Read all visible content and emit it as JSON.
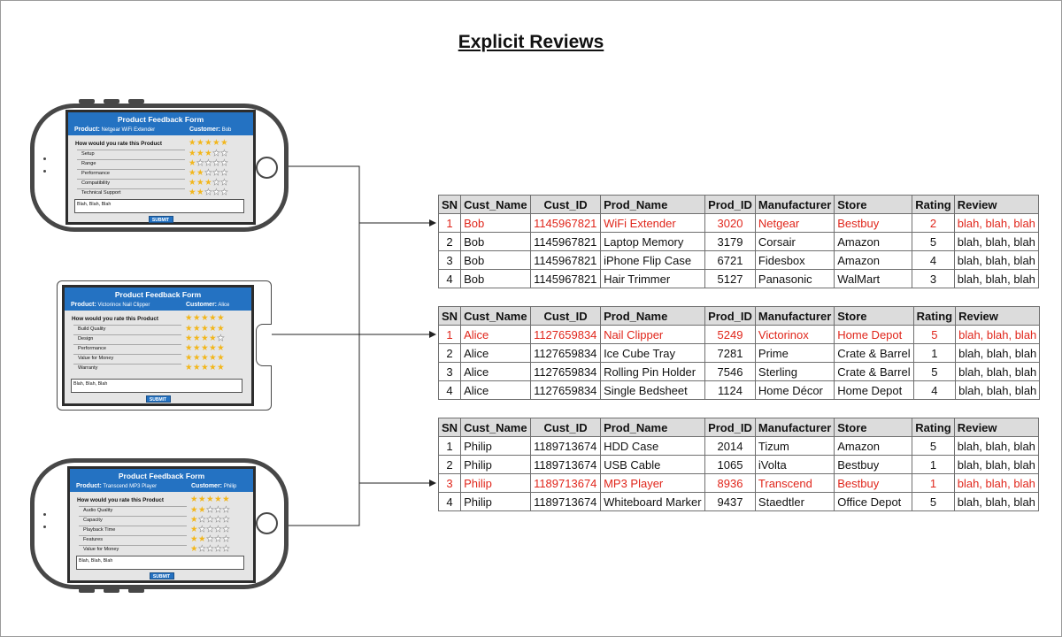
{
  "title": "Explicit Reviews",
  "forms": [
    {
      "title": "Product Feedback Form",
      "product_label": "Product:",
      "product": "Netgear WiFi Extender",
      "customer_label": "Customer:",
      "customer": "Bob",
      "question": "How would you rate this Product",
      "overall_stars": 5,
      "criteria": [
        {
          "label": "Setup",
          "stars": 3
        },
        {
          "label": "Range",
          "stars": 1
        },
        {
          "label": "Performance",
          "stars": 2
        },
        {
          "label": "Compatibility",
          "stars": 3
        },
        {
          "label": "Technical Support",
          "stars": 2
        }
      ],
      "comment": "Blah, Blah, Blah",
      "submit": "SUBMIT"
    },
    {
      "title": "Product Feedback Form",
      "product_label": "Product:",
      "product": "Victorinox Nail Clipper",
      "customer_label": "Customer:",
      "customer": "Alice",
      "question": "How would you rate this Product",
      "overall_stars": 5,
      "criteria": [
        {
          "label": "Build Quality",
          "stars": 5
        },
        {
          "label": "Design",
          "stars": 4
        },
        {
          "label": "Performance",
          "stars": 5
        },
        {
          "label": "Value for Money",
          "stars": 5
        },
        {
          "label": "Warranty",
          "stars": 5
        }
      ],
      "comment": "Blah, Blah, Blah",
      "submit": "SUBMIT"
    },
    {
      "title": "Product Feedback Form",
      "product_label": "Product:",
      "product": "Transcend MP3 Player",
      "customer_label": "Customer:",
      "customer": "Philip",
      "question": "How would you rate this Product",
      "overall_stars": 5,
      "criteria": [
        {
          "label": "Audio Quality",
          "stars": 2
        },
        {
          "label": "Capacity",
          "stars": 1
        },
        {
          "label": "Playback Time",
          "stars": 1
        },
        {
          "label": "Features",
          "stars": 2
        },
        {
          "label": "Value for Money",
          "stars": 1
        }
      ],
      "comment": "Blah, Blah, Blah",
      "submit": "SUBMIT"
    }
  ],
  "table_headers": [
    "SN",
    "Cust_Name",
    "Cust_ID",
    "Prod_Name",
    "Prod_ID",
    "Manufacturer",
    "Store",
    "Rating",
    "Review"
  ],
  "tables": [
    {
      "highlight_row": 0,
      "rows": [
        [
          "1",
          "Bob",
          "1145967821",
          "WiFi Extender",
          "3020",
          "Netgear",
          "Bestbuy",
          "2",
          "blah, blah, blah"
        ],
        [
          "2",
          "Bob",
          "1145967821",
          "Laptop Memory",
          "3179",
          "Corsair",
          "Amazon",
          "5",
          "blah, blah, blah"
        ],
        [
          "3",
          "Bob",
          "1145967821",
          "iPhone Flip Case",
          "6721",
          "Fidesbox",
          "Amazon",
          "4",
          "blah, blah, blah"
        ],
        [
          "4",
          "Bob",
          "1145967821",
          "Hair Trimmer",
          "5127",
          "Panasonic",
          "WalMart",
          "3",
          "blah, blah, blah"
        ]
      ]
    },
    {
      "highlight_row": 0,
      "rows": [
        [
          "1",
          "Alice",
          "1127659834",
          "Nail Clipper",
          "5249",
          "Victorinox",
          "Home Depot",
          "5",
          "blah, blah, blah"
        ],
        [
          "2",
          "Alice",
          "1127659834",
          "Ice Cube Tray",
          "7281",
          "Prime",
          "Crate & Barrel",
          "1",
          "blah, blah, blah"
        ],
        [
          "3",
          "Alice",
          "1127659834",
          "Rolling Pin Holder",
          "7546",
          "Sterling",
          "Crate & Barrel",
          "5",
          "blah, blah, blah"
        ],
        [
          "4",
          "Alice",
          "1127659834",
          "Single Bedsheet",
          "1124",
          "Home Décor",
          "Home Depot",
          "4",
          "blah, blah, blah"
        ]
      ]
    },
    {
      "highlight_row": 2,
      "rows": [
        [
          "1",
          "Philip",
          "1189713674",
          "HDD Case",
          "2014",
          "Tizum",
          "Amazon",
          "5",
          "blah, blah, blah"
        ],
        [
          "2",
          "Philip",
          "1189713674",
          "USB Cable",
          "1065",
          "iVolta",
          "Bestbuy",
          "1",
          "blah, blah, blah"
        ],
        [
          "3",
          "Philip",
          "1189713674",
          "MP3 Player",
          "8936",
          "Transcend",
          "Bestbuy",
          "1",
          "blah, blah, blah"
        ],
        [
          "4",
          "Philip",
          "1189713674",
          "Whiteboard Marker",
          "9437",
          "Staedtler",
          "Office Depot",
          "5",
          "blah, blah, blah"
        ]
      ]
    }
  ],
  "colors": {
    "highlight": "#e0261b",
    "form_header": "#2472c2",
    "star": "#f2b61b",
    "device": "#474747"
  }
}
